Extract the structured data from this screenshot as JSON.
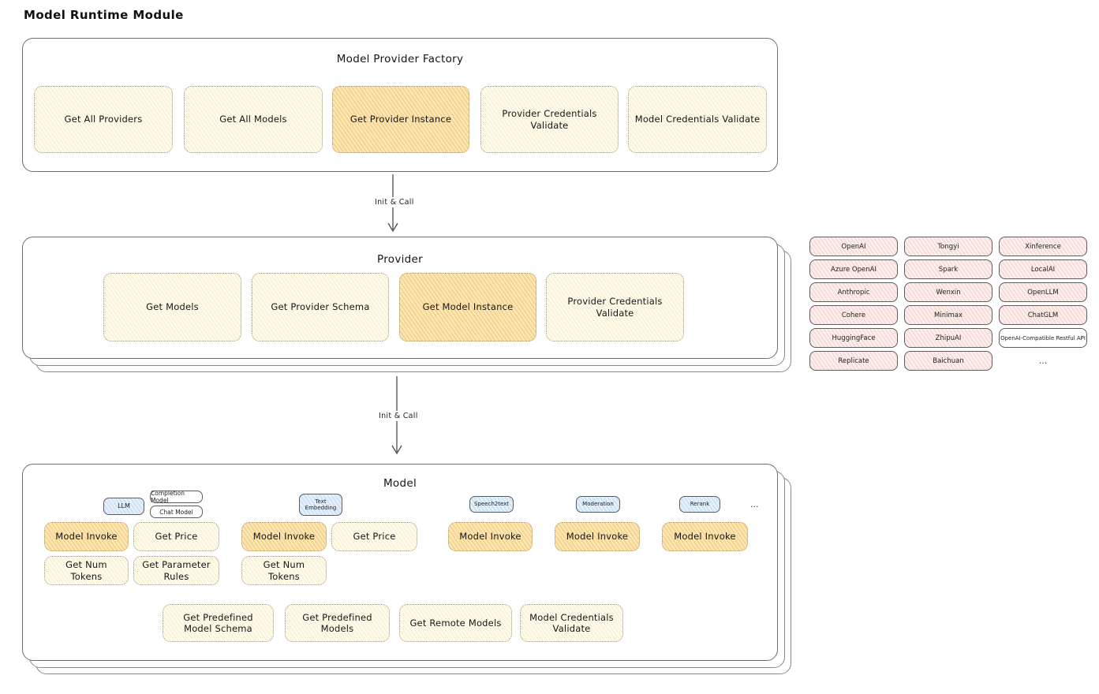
{
  "page_title": "Model Runtime Module",
  "factory": {
    "title": "Model Provider Factory",
    "boxes": [
      "Get All Providers",
      "Get All Models",
      "Get Provider Instance",
      "Provider Credentials Validate",
      "Model Credentials Validate"
    ]
  },
  "arrows": {
    "init_call_1": "Init & Call",
    "init_call_2": "Init & Call"
  },
  "provider": {
    "title": "Provider",
    "boxes": [
      "Get Models",
      "Get Provider Schema",
      "Get Model Instance",
      "Provider Credentials Validate"
    ]
  },
  "provider_list": {
    "col1": [
      "OpenAI",
      "Azure OpenAI",
      "Anthropic",
      "Cohere",
      "HuggingFace",
      "Replicate"
    ],
    "col2": [
      "Tongyi",
      "Spark",
      "Wenxin",
      "Minimax",
      "ZhipuAI",
      "Baichuan"
    ],
    "col3": [
      "Xinference",
      "LocalAI",
      "OpenLLM",
      "ChatGLM",
      "OpenAI-Compatible Restful API",
      "..."
    ]
  },
  "model": {
    "title": "Model",
    "tabs": {
      "llm": "LLM",
      "completion_model": "Completion Model",
      "chat_model": "Chat Model",
      "text_embedding": "Text Embedding",
      "speech2text": "Speech2text",
      "moderation": "Moderation",
      "rerank": "Rerank",
      "more": "..."
    },
    "functions": {
      "model_invoke": "Model Invoke",
      "get_price": "Get Price",
      "get_num_tokens": "Get Num Tokens",
      "get_parameter_rules": "Get Parameter Rules"
    },
    "bottom_boxes": [
      "Get Predefined Model Schema",
      "Get Predefined Models",
      "Get Remote Models",
      "Model Credentials Validate"
    ]
  },
  "colors": {
    "highlight_fill": "#f6d28b",
    "light_fill": "#fdf6df",
    "pink_fill": "#f7dbd6",
    "blue_fill": "#cee2f4",
    "card_border": "#6f6f6f"
  }
}
